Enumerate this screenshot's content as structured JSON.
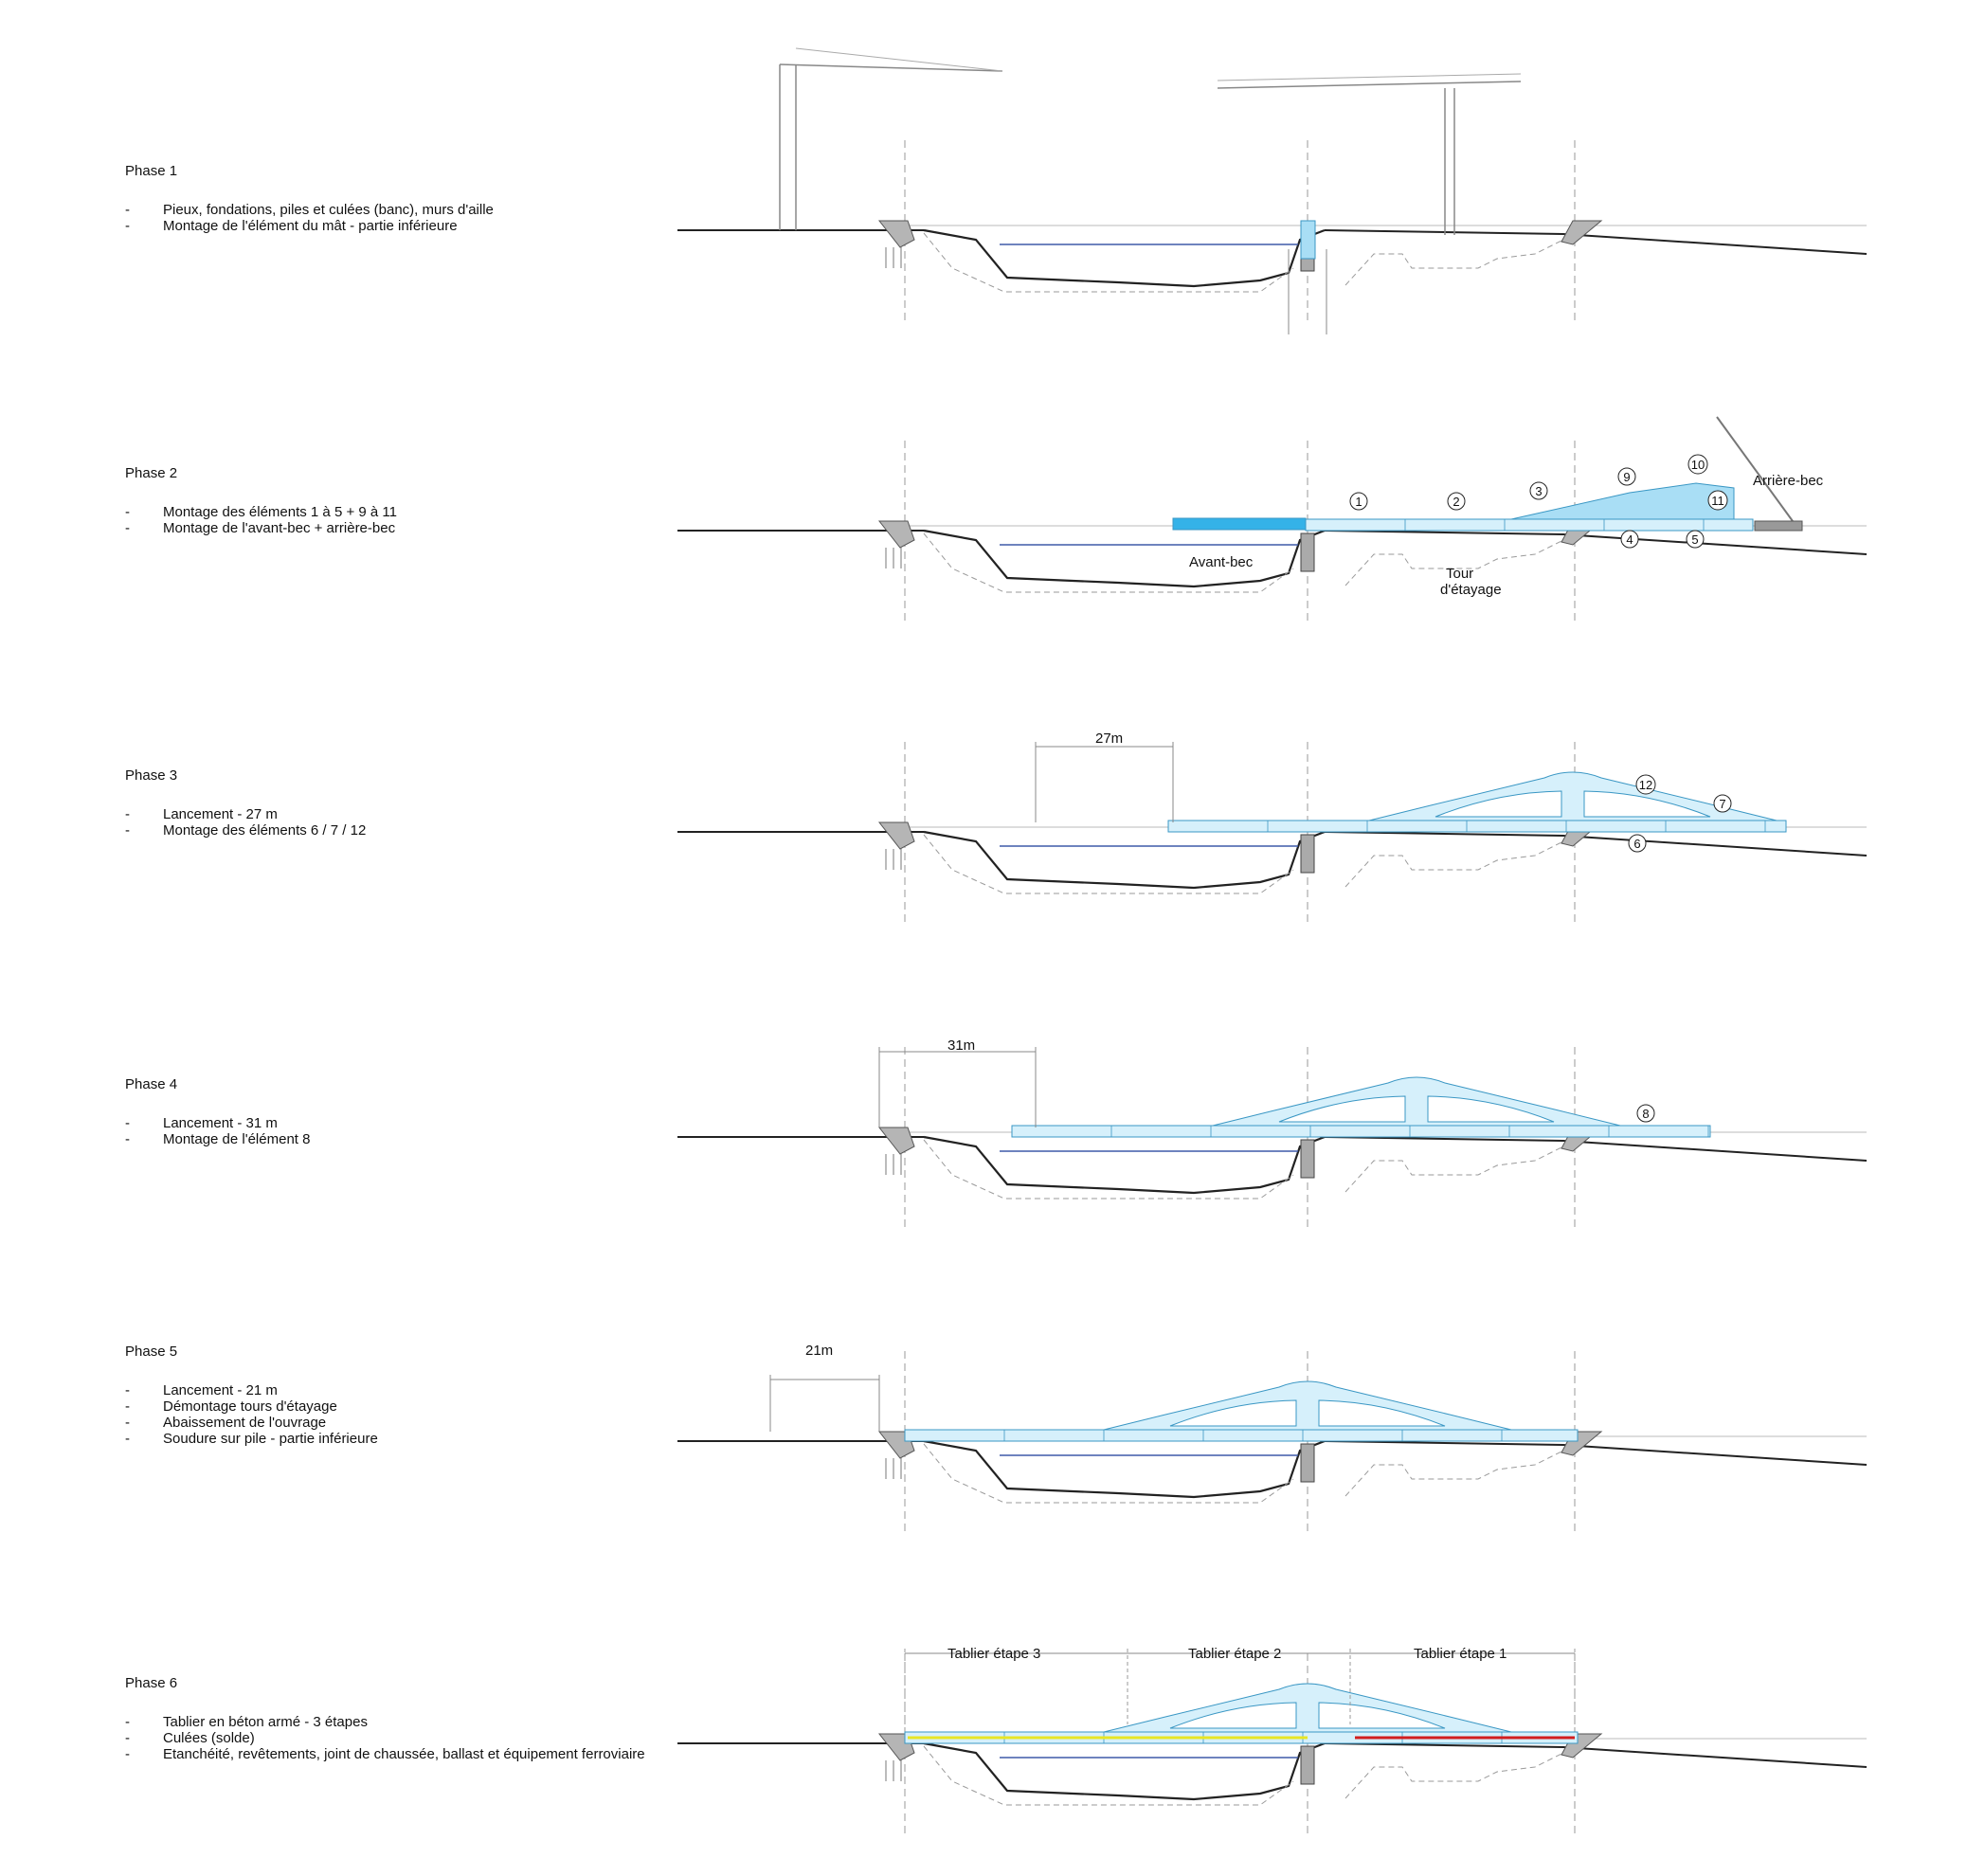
{
  "colors": {
    "deck_light": "#d6f0fb",
    "deck_mid": "#a9def5",
    "deck_bright": "#34b2e8",
    "deck_stroke": "#3a97c4",
    "ground": "#222222",
    "water": "#3f5aa8",
    "guide": "#9a9a9a",
    "slab_yellow": "#e8e624",
    "slab_red": "#d21e1e"
  },
  "phases": [
    {
      "title": "Phase 1",
      "items": [
        {
          "dash": "-",
          "text": "Pieux, fondations, piles et culées (banc), murs d'aille"
        },
        {
          "dash": "-",
          "text": "Montage de l'élément du mât - partie inférieure"
        }
      ]
    },
    {
      "title": "Phase 2",
      "items": [
        {
          "dash": "-",
          "text": "Montage des éléments 1 à 5 + 9 à 11"
        },
        {
          "dash": "-",
          "text": "Montage de l'avant-bec + arrière-bec"
        }
      ],
      "labels": {
        "avant_bec": "Avant-bec",
        "arriere_bec": "Arrière-bec",
        "tour_1": "Tour",
        "tour_2": "d'étayage"
      },
      "element_numbers": [
        "1",
        "2",
        "3",
        "9",
        "10",
        "11",
        "4",
        "5"
      ]
    },
    {
      "title": "Phase 3",
      "items": [
        {
          "dash": "-",
          "text": "Lancement - 27 m"
        },
        {
          "dash": "-",
          "text": "Montage des éléments 6 / 7 / 12"
        }
      ],
      "dimension": "27m",
      "element_numbers": [
        "12",
        "7",
        "6"
      ]
    },
    {
      "title": "Phase 4",
      "items": [
        {
          "dash": "-",
          "text": "Lancement - 31 m"
        },
        {
          "dash": "-",
          "text": "Montage de l'élément 8"
        }
      ],
      "dimension": "31m",
      "element_numbers": [
        "8"
      ]
    },
    {
      "title": "Phase 5",
      "items": [
        {
          "dash": "-",
          "text": "Lancement - 21 m"
        },
        {
          "dash": "-",
          "text": "Démontage tours d'étayage"
        },
        {
          "dash": "-",
          "text": "Abaissement de l'ouvrage"
        },
        {
          "dash": "-",
          "text": "Soudure sur pile - partie inférieure"
        }
      ],
      "dimension": "21m"
    },
    {
      "title": "Phase 6",
      "items": [
        {
          "dash": "-",
          "text": "Tablier en béton armé - 3 étapes"
        },
        {
          "dash": "-",
          "text": "Culées (solde)"
        },
        {
          "dash": "-",
          "text": "Etanchéité, revêtements, joint de chaussée, ballast et équipement ferroviaire"
        }
      ],
      "stages": [
        "Tablier étape 3",
        "Tablier étape 2",
        "Tablier étape 1"
      ]
    }
  ]
}
